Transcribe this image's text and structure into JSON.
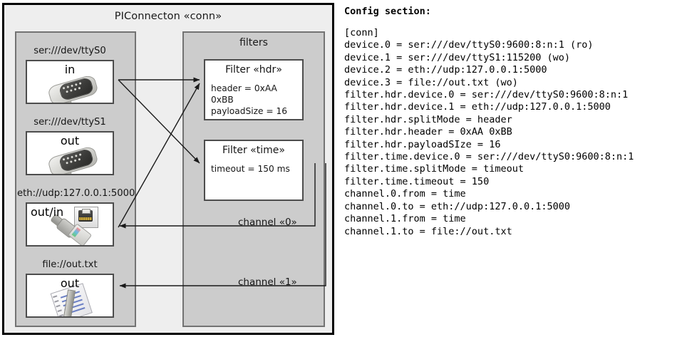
{
  "diagram": {
    "title": "PIConnecton «conn»",
    "devices_panel": {
      "title": "",
      "items": [
        {
          "label": "ser:///dev/ttyS0",
          "direction": "in",
          "icon": "serial-db9-icon"
        },
        {
          "label": "ser:///dev/ttyS1",
          "direction": "out",
          "icon": "serial-db9-icon"
        },
        {
          "label": "eth://udp:127.0.0.1:5000",
          "direction": "out/in",
          "icon": "ethernet-jack-icon"
        },
        {
          "label": "file://out.txt",
          "direction": "out",
          "icon": "notepad-icon"
        }
      ]
    },
    "filters_panel": {
      "title": "filters",
      "items": [
        {
          "title": "Filter «hdr»",
          "props": [
            "header = 0xAA 0xBB",
            "payloadSize = 16"
          ]
        },
        {
          "title": "Filter «time»",
          "props": [
            "timeout = 150 ms"
          ]
        }
      ]
    },
    "channels": [
      {
        "label": "channel «0»"
      },
      {
        "label": "channel «1»"
      }
    ]
  },
  "config": {
    "heading": "Config section:",
    "text": "[conn]\ndevice.0 = ser:///dev/ttyS0:9600:8:n:1 (ro)\ndevice.1 = ser:///dev/ttyS1:115200 (wo)\ndevice.2 = eth://udp:127.0.0.1:5000\ndevice.3 = file://out.txt (wo)\nfilter.hdr.device.0 = ser:///dev/ttyS0:9600:8:n:1\nfilter.hdr.device.1 = eth://udp:127.0.0.1:5000\nfilter.hdr.splitMode = header\nfilter.hdr.header = 0xAA 0xBB\nfilter.hdr.payloadSIze = 16\nfilter.time.device.0 = ser:///dev/ttyS0:9600:8:n:1\nfilter.time.splitMode = timeout\nfilter.time.timeout = 150\nchannel.0.from = time\nchannel.0.to = eth://udp:127.0.0.1:5000\nchannel.1.from = time\nchannel.1.to = file://out.txt"
  },
  "colors": {
    "frame_border": "#000000",
    "frame_fill": "#eeeeee",
    "panel_fill": "#cccccc",
    "panel_border": "#737373",
    "node_fill": "#ffffff",
    "node_border": "#4d4d4d",
    "connector": "#1a1a1a"
  }
}
